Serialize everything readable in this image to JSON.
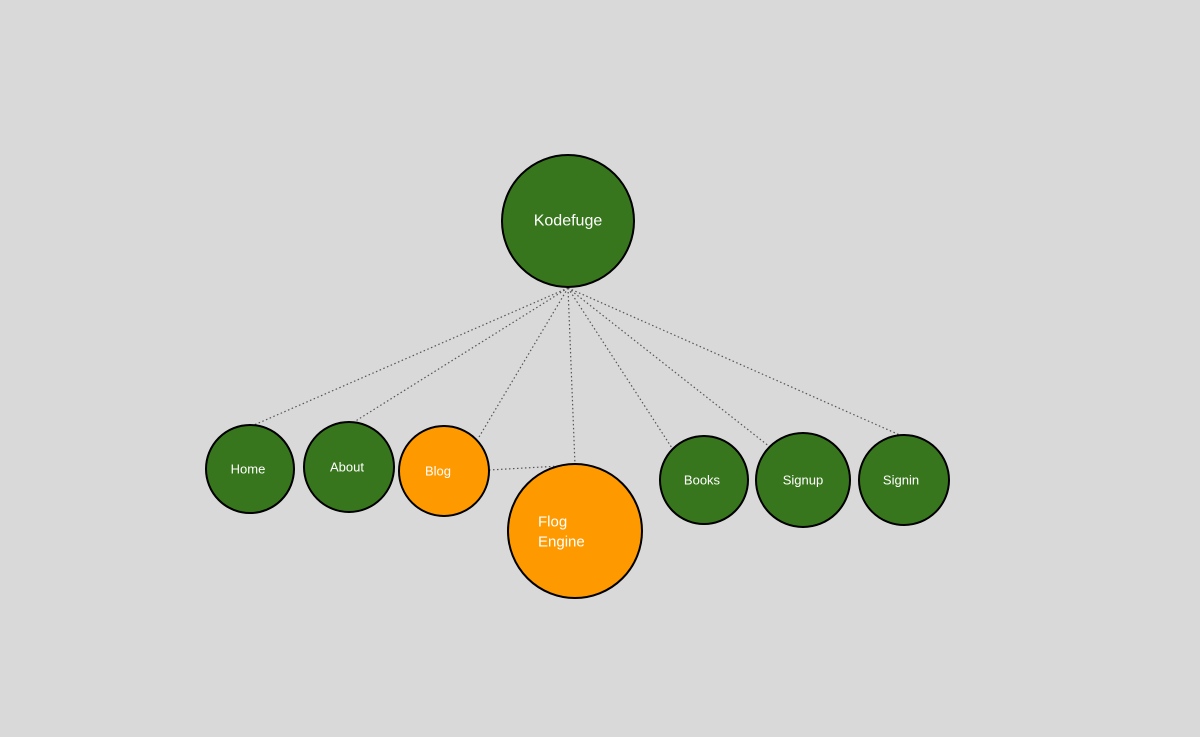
{
  "colors": {
    "background": "#d9d9d9",
    "green": "#38761d",
    "orange": "#ff9900",
    "outline": "#000000",
    "label": "#ffffff",
    "edge": "#555555"
  },
  "nodes": [
    {
      "id": "kodefuge",
      "lines": [
        "Kodefuge"
      ],
      "color": "green",
      "role": "root"
    },
    {
      "id": "home",
      "lines": [
        "Home"
      ],
      "color": "green"
    },
    {
      "id": "about",
      "lines": [
        "About"
      ],
      "color": "green"
    },
    {
      "id": "blog",
      "lines": [
        "Blog"
      ],
      "color": "orange"
    },
    {
      "id": "flog-engine",
      "lines": [
        "Flog",
        "Engine"
      ],
      "color": "orange"
    },
    {
      "id": "books",
      "lines": [
        "Books"
      ],
      "color": "green"
    },
    {
      "id": "signup",
      "lines": [
        "Signup"
      ],
      "color": "green"
    },
    {
      "id": "signin",
      "lines": [
        "Signin"
      ],
      "color": "green"
    }
  ],
  "edges": [
    {
      "from": "kodefuge",
      "to": "home",
      "style": "dotted"
    },
    {
      "from": "kodefuge",
      "to": "about",
      "style": "dotted"
    },
    {
      "from": "kodefuge",
      "to": "blog",
      "style": "dotted"
    },
    {
      "from": "kodefuge",
      "to": "flog-engine",
      "style": "dotted"
    },
    {
      "from": "kodefuge",
      "to": "books",
      "style": "dotted"
    },
    {
      "from": "kodefuge",
      "to": "signup",
      "style": "dotted"
    },
    {
      "from": "kodefuge",
      "to": "signin",
      "style": "dotted"
    },
    {
      "from": "blog",
      "to": "flog-engine",
      "style": "dotted"
    }
  ]
}
